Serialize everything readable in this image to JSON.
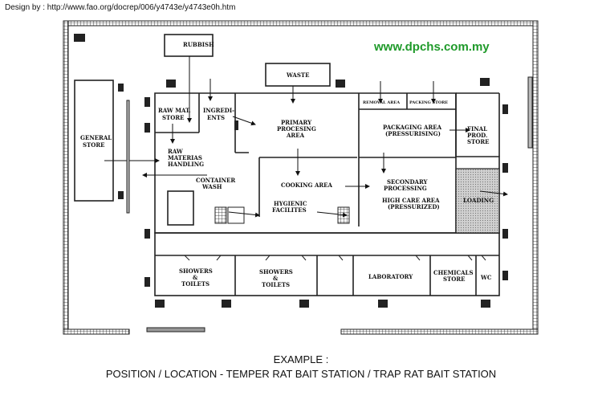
{
  "credit": "Design by : http://www.fao.org/docrep/006/y4743e/y4743e0h.htm",
  "website": "www.dpchs.com.my",
  "caption": {
    "line1": "EXAMPLE :",
    "line2": "POSITION / LOCATION - TEMPER RAT BAIT STATION / TRAP RAT BAIT STATION"
  },
  "rooms": {
    "rubbish": "RUBBISH",
    "waste": "WASTE",
    "general_store": [
      "GENERAL",
      "STORE"
    ],
    "raw_mat_store": [
      "RAW MAT.",
      "STORE"
    ],
    "ingredients": [
      "INGREDI-",
      "ENTS"
    ],
    "raw_materials_handling": [
      "RAW",
      "MATERIAS",
      "HANDLING"
    ],
    "container_wash": [
      "CONTAINER",
      "WASH"
    ],
    "primary_processing": [
      "PRIMARY",
      "PROCESING",
      "AREA"
    ],
    "removal_area": "REMOVAL AREA",
    "packing_store": "PACKING STORE",
    "packaging_area": [
      "PACKAGING AREA",
      "(PRESSURISING)"
    ],
    "final_prod_store": [
      "FINAL",
      "PROD.",
      "STORE"
    ],
    "cooking_area": "COOKING AREA",
    "secondary_processing": [
      "SECONDARY",
      "PROCESSING"
    ],
    "high_care_area": [
      "HIGH CARE AREA",
      "(PRESSURIZED)"
    ],
    "loading": "LOADING",
    "hygienic_facilities": [
      "HYGIENIC",
      "FACILITES"
    ],
    "showers_toilets_1": [
      "SHOWERS",
      "&",
      "TOILETS"
    ],
    "showers_toilets_2": [
      "SHOWERS",
      "&",
      "TOILETS"
    ],
    "laboratory": "LABORATORY",
    "chemicals_store": [
      "CHEMICALS",
      "STORE"
    ],
    "wc": "WC"
  },
  "colors": {
    "wall": "#222222",
    "website": "#1f9a2a",
    "loading_fill": "#d8d8d8",
    "bait_station": "#222222"
  }
}
